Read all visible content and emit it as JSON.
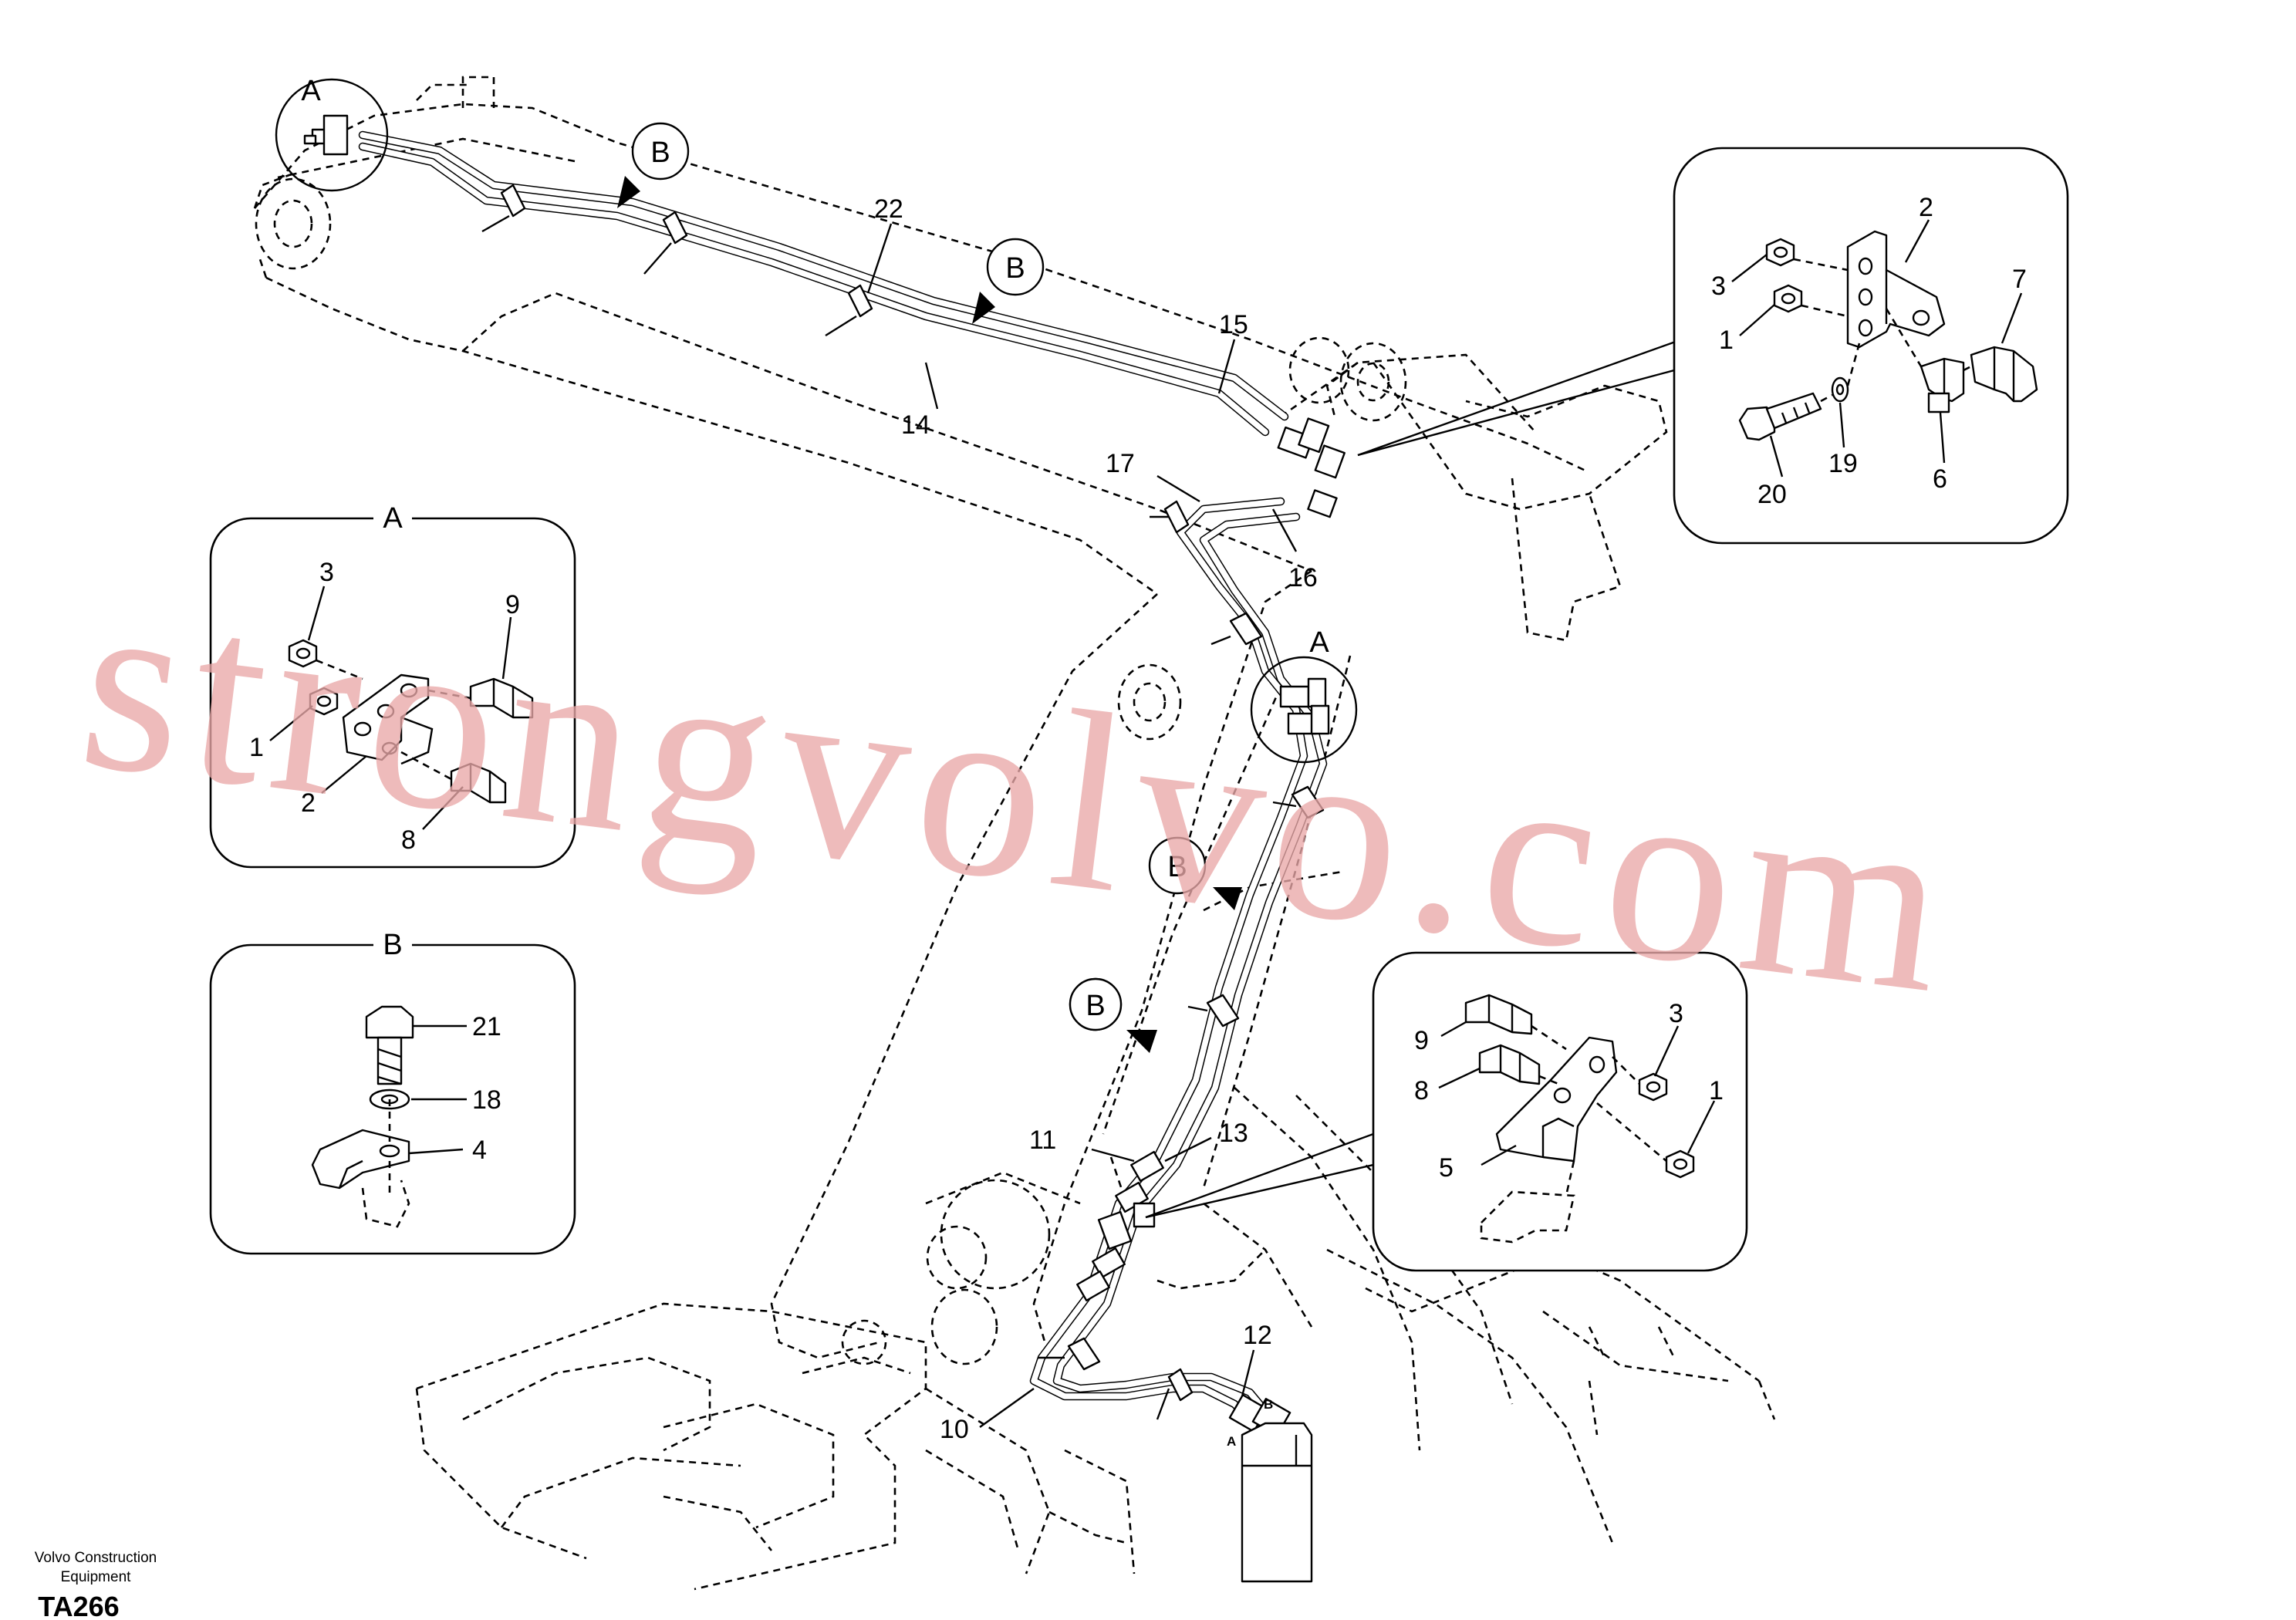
{
  "callouts": [
    {
      "id": "c1",
      "text": "A"
    },
    {
      "id": "c2",
      "text": "B"
    },
    {
      "id": "c3",
      "text": "B"
    },
    {
      "id": "c4",
      "text": "A"
    },
    {
      "id": "c5",
      "text": "B"
    },
    {
      "id": "c6",
      "text": "B"
    }
  ],
  "main_labels": [
    "22",
    "15",
    "14",
    "17",
    "16",
    "11",
    "13",
    "12",
    "10"
  ],
  "port_labels": [
    "B",
    "A"
  ],
  "detail_a": {
    "title": "A",
    "labels": [
      "3",
      "9",
      "1",
      "2",
      "8"
    ]
  },
  "detail_b": {
    "title": "B",
    "labels": [
      "21",
      "18",
      "4"
    ]
  },
  "detail_top_right": {
    "labels": [
      "2",
      "3",
      "7",
      "1",
      "20",
      "19",
      "6"
    ]
  },
  "detail_bottom_right": {
    "labels": [
      "9",
      "3",
      "8",
      "1",
      "5"
    ]
  },
  "watermark": "strongvolvo.com",
  "footer": {
    "company_line1": "Volvo Construction",
    "company_line2": "Equipment",
    "code": "TA266"
  }
}
